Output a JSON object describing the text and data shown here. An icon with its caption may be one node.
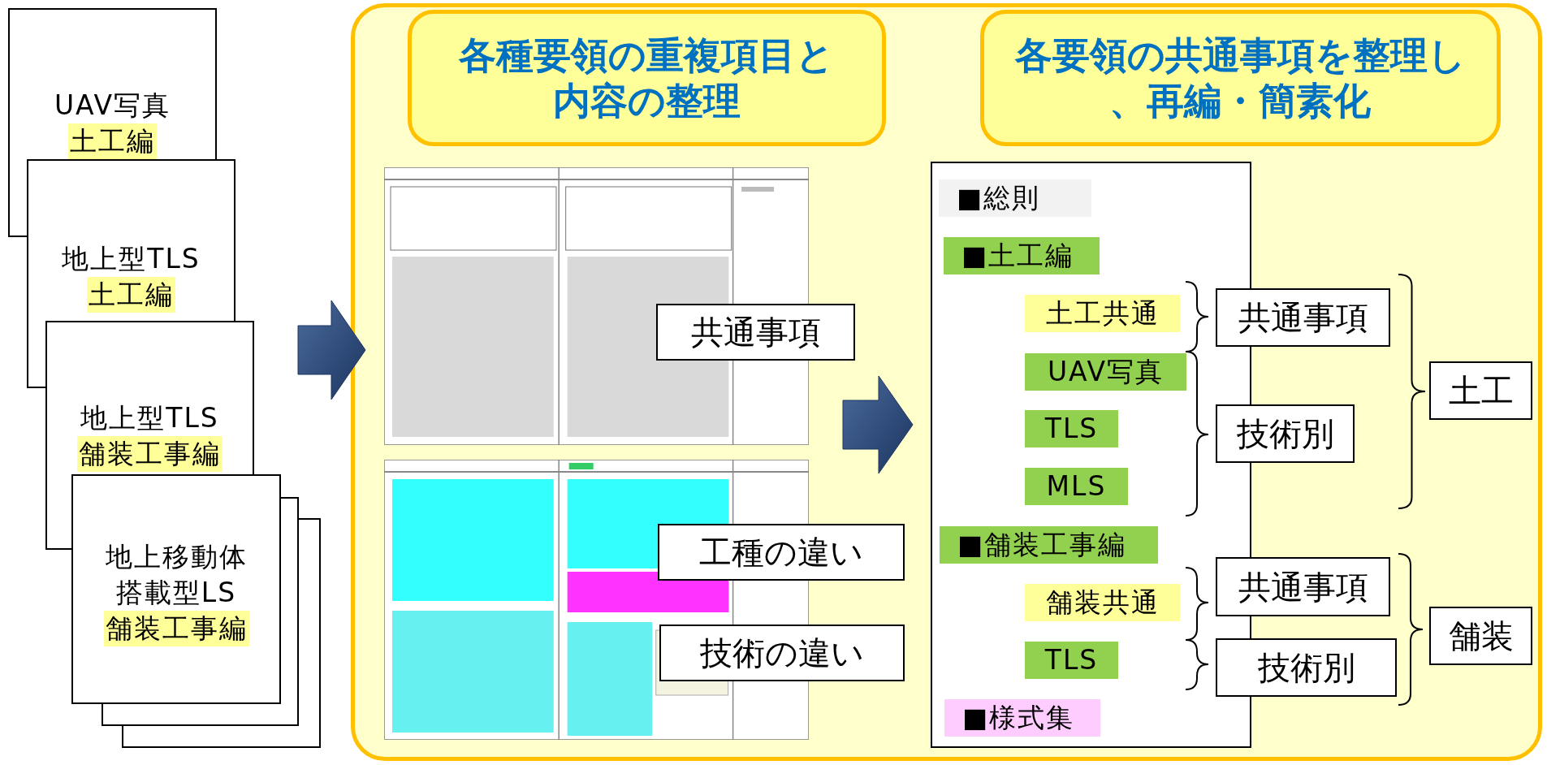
{
  "diagram": {
    "nodes": [
      {
        "text": [
          "UAV写真",
          "土工編"
        ]
      },
      {
        "text": [
          "地上型TLS",
          "土工編"
        ]
      },
      {
        "text": [
          "地上型TLS",
          "舗装工事編"
        ]
      },
      {
        "text": [
          "地上移動体搭載型LS",
          "舗装工事編"
        ]
      },
      {
        "text": [],
        "shape": "box"
      },
      {
        "text": [
          "各種要領の重複項目と内容の整理"
        ],
        "in": 4
      },
      {
        "text": [],
        "shape": "picture",
        "in": 4
      },
      {
        "text": [
          "共通事項"
        ],
        "in": 4
      },
      {
        "text": [],
        "shape": "picture",
        "in": 4
      },
      {
        "text": [
          "工種の違い"
        ],
        "in": 4
      },
      {
        "text": [
          "技術の違い"
        ],
        "in": 4
      },
      {
        "text": [
          "各要領の共通事項を整理し、再編・簡素化"
        ],
        "in": 4
      },
      {
        "text": [],
        "shape": "box",
        "in": 4
      },
      {
        "text": [
          "■総則"
        ],
        "in": 12
      },
      {
        "text": [
          "■土工編"
        ],
        "in": 12
      },
      {
        "text": [
          "土工共通"
        ],
        "in": 12
      },
      {
        "text": [
          "UAV写真"
        ],
        "in": 12
      },
      {
        "text": [
          "TLS"
        ],
        "in": 12
      },
      {
        "text": [
          "MLS"
        ],
        "in": 12
      },
      {
        "text": [
          "■舗装工事編"
        ],
        "in": 12
      },
      {
        "text": [
          "舗装共通"
        ],
        "in": 12
      },
      {
        "text": [
          "TLS"
        ],
        "in": 12
      },
      {
        "text": [
          "■様式集"
        ],
        "in": 12
      },
      {
        "text": [
          "共通事項"
        ],
        "in": 4
      },
      {
        "text": [
          "技術別"
        ],
        "in": 4
      },
      {
        "text": [
          "土工"
        ],
        "in": 4
      },
      {
        "text": [
          "共通事項"
        ],
        "in": 4
      },
      {
        "text": [
          "技術別"
        ],
        "in": 4
      },
      {
        "text": [
          "舗装"
        ],
        "in": 4
      }
    ],
    "edges": [
      {
        "from": 2,
        "to": 6,
        "arrow": "to"
      },
      {
        "from": 6,
        "to": 12,
        "arrow": "to"
      }
    ]
  }
}
